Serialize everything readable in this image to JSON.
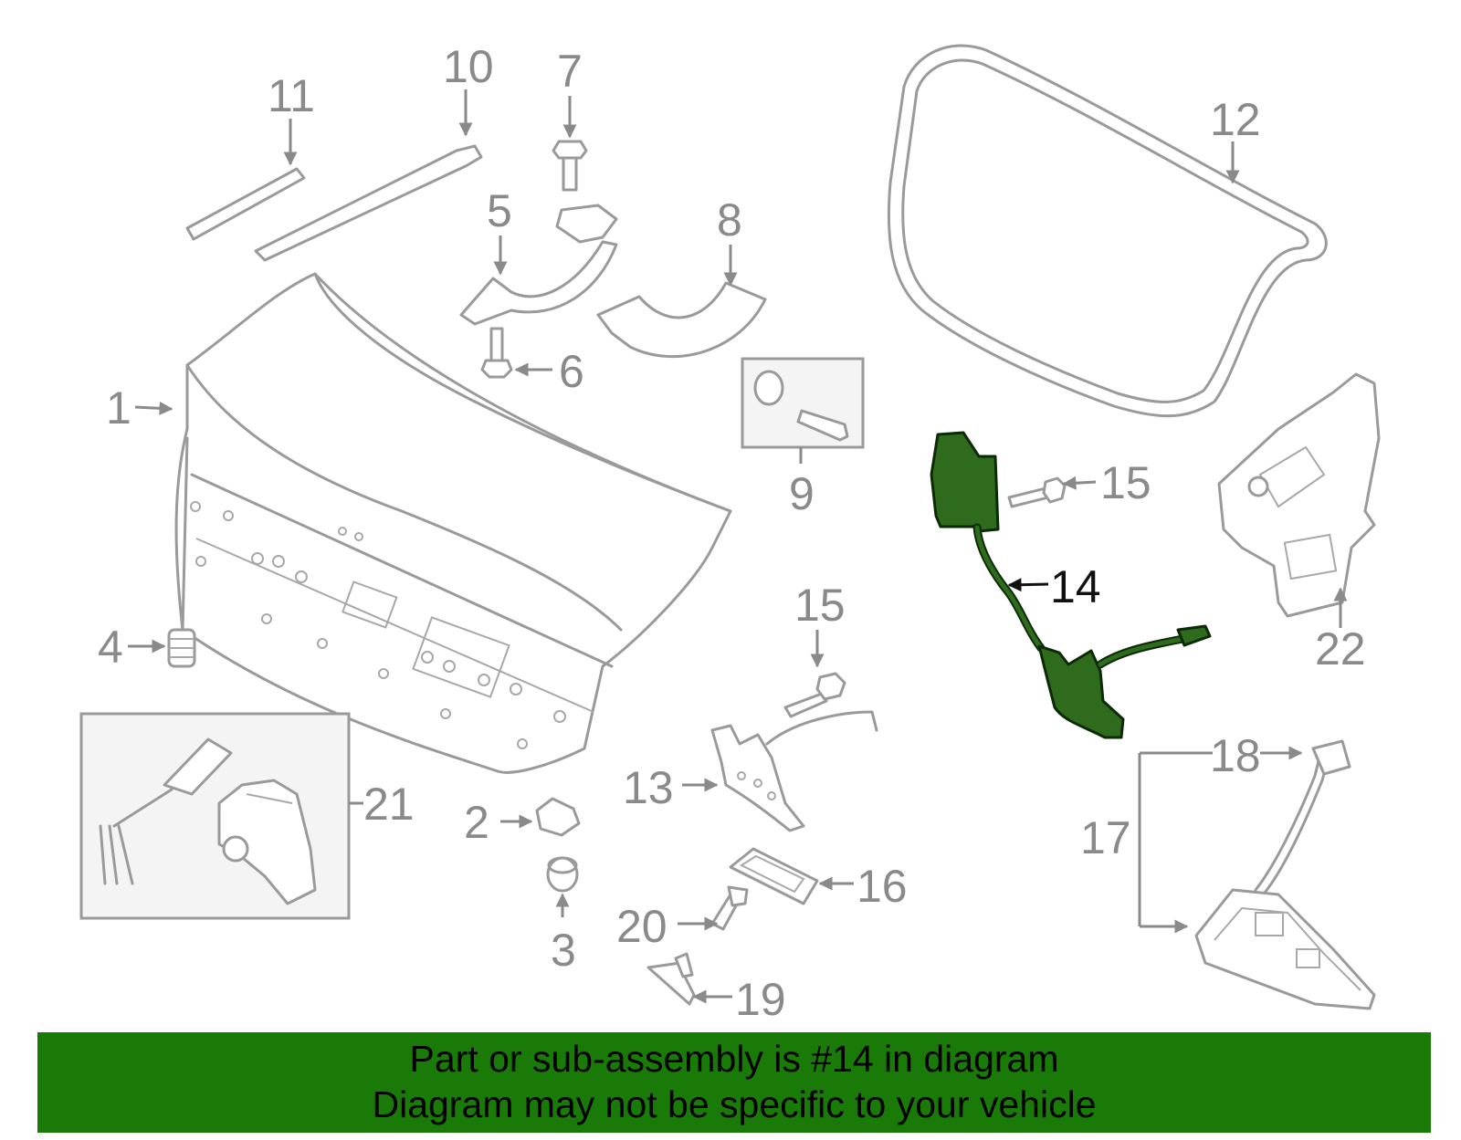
{
  "banner": {
    "line1": "Part or sub-assembly is #14 in diagram",
    "line2": "Diagram may not be specific to your vehicle"
  },
  "highlight_color": "#2e6b1c",
  "banner_color": "#1a7a08",
  "highlighted_part": "14",
  "callouts": {
    "c1": "1",
    "c2": "2",
    "c3": "3",
    "c4": "4",
    "c5": "5",
    "c6": "6",
    "c7": "7",
    "c8": "8",
    "c9": "9",
    "c10": "10",
    "c11": "11",
    "c12": "12",
    "c13": "13",
    "c14": "14",
    "c15a": "15",
    "c15b": "15",
    "c16": "16",
    "c17": "17",
    "c18": "18",
    "c19": "19",
    "c20": "20",
    "c21": "21",
    "c22": "22"
  }
}
